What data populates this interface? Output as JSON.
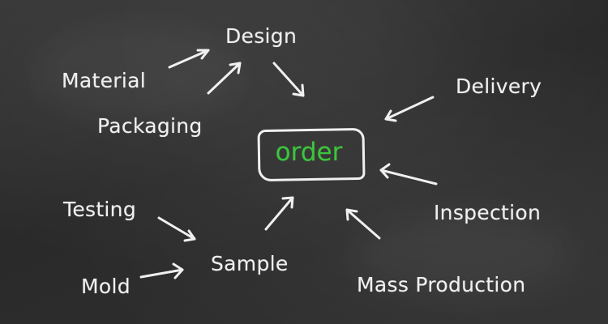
{
  "center": {
    "label": "order",
    "color": "#3cc43c"
  },
  "nodes": {
    "design": "Design",
    "material": "Material",
    "packaging": "Packaging",
    "delivery": "Delivery",
    "testing": "Testing",
    "inspection": "Inspection",
    "sample": "Sample",
    "mold": "Mold",
    "mass_production": "Mass Production"
  },
  "chalk_color": "#f0f0f0"
}
